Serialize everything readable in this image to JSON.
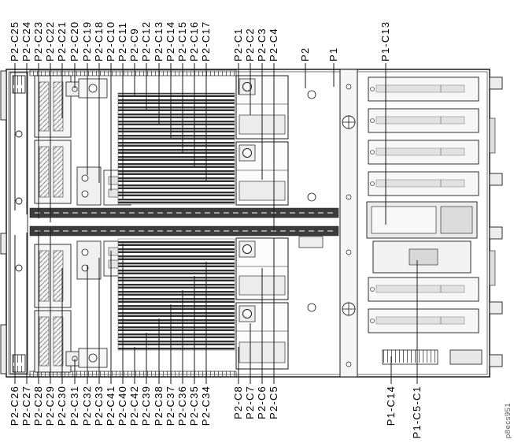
{
  "diagram": {
    "watermark": "p8ecs951",
    "colors": {
      "line": "#1a1a1a",
      "background": "#ffffff",
      "slot_dark": "#2e2e2e"
    }
  },
  "labels": {
    "top": [
      "P2-C25",
      "P2-C24",
      "P2-C23",
      "P2-C22",
      "P2-C21",
      "P2-C20",
      "P2-C19",
      "P2-C18",
      "P2-C10",
      "P2-C11",
      "P2-C9",
      "P2-C12",
      "P2-C13",
      "P2-C14",
      "P2-C15",
      "P2-C16",
      "P2-C17",
      "P2-C1",
      "P2-C2",
      "P2-C3",
      "P2-C4",
      "P2",
      "P1",
      "P1-C13"
    ],
    "bottom": [
      "P2-C26",
      "P2-C27",
      "P2-C28",
      "P2-C29",
      "P2-C30",
      "P2-C31",
      "P2-C32",
      "P2-C33",
      "P2-C41",
      "P2-C40",
      "P2-C42",
      "P2-C39",
      "P2-C38",
      "P2-C37",
      "P2-C36",
      "P2-C35",
      "P2-C34",
      "P2-C8",
      "P2-C7",
      "P2-C6",
      "P2-C5",
      "P1-C14",
      "P1-C5-C1"
    ]
  }
}
